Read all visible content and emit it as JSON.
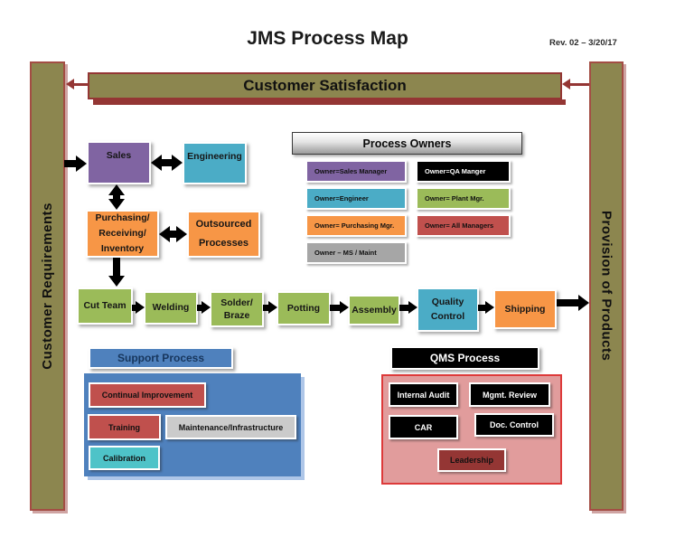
{
  "header": {
    "title": "JMS Process Map",
    "revision": "Rev. 02 – 3/20/17"
  },
  "flow_bars": {
    "customer_satisfaction": {
      "label": "Customer Satisfaction",
      "fill": "#8c864f",
      "border": "#943634"
    },
    "customer_requirements": {
      "label": "Customer Requirements",
      "fill": "#8c864f"
    },
    "provision_of_products": {
      "label": "Provision of Products",
      "fill": "#8c864f"
    }
  },
  "top_flow": {
    "sales": {
      "label": "Sales",
      "fill": "#8064a2"
    },
    "engineering": {
      "label": "Engineering",
      "fill": "#4bacc6"
    },
    "purchasing": {
      "label": "Purchasing/ Receiving/ Inventory",
      "fill": "#f79646"
    },
    "outsourced": {
      "label": "Outsourced Processes",
      "fill": "#f79646"
    }
  },
  "main_flow": [
    {
      "label": "Cut Team",
      "fill": "#9bbb59"
    },
    {
      "label": "Welding",
      "fill": "#9bbb59"
    },
    {
      "label": "Solder/ Braze",
      "fill": "#9bbb59"
    },
    {
      "label": "Potting",
      "fill": "#9bbb59"
    },
    {
      "label": "Assembly",
      "fill": "#9bbb59"
    },
    {
      "label": "Quality Control",
      "fill": "#4bacc6"
    },
    {
      "label": "Shipping",
      "fill": "#f79646"
    }
  ],
  "process_owners": {
    "title": "Process Owners",
    "left_column": [
      {
        "label": "Owner=Sales Manager",
        "fill": "#8064a2",
        "text": "#111111"
      },
      {
        "label": "Owner=Engineer",
        "fill": "#4bacc6",
        "text": "#111111"
      },
      {
        "label": "Owner= Purchasing Mgr.",
        "fill": "#f79646",
        "text": "#111111"
      },
      {
        "label": "Owner – MS / Maint",
        "fill": "#a6a6a6",
        "text": "#111111"
      }
    ],
    "right_column": [
      {
        "label": "Owner=QA Manger",
        "fill": "#000000",
        "text": "#ffffff"
      },
      {
        "label": "Owner= Plant Mgr.",
        "fill": "#9bbb59",
        "text": "#111111"
      },
      {
        "label": "Owner= All Managers",
        "fill": "#c0504d",
        "text": "#111111"
      }
    ]
  },
  "support_process": {
    "title": "Support Process",
    "header_fill": "#4f81bd",
    "header_text": "#17365d",
    "panel_fill": "#4f81bd",
    "items": [
      {
        "label": "Continual Improvement",
        "fill": "#c0504d",
        "text": "#111111"
      },
      {
        "label": "Training",
        "fill": "#c0504d",
        "text": "#111111"
      },
      {
        "label": "Maintenance/Infrastructure",
        "fill": "#cbcbcb",
        "text": "#111111"
      },
      {
        "label": "Calibration",
        "fill": "#4ec3c8",
        "text": "#111111"
      }
    ]
  },
  "qms_process": {
    "title": "QMS Process",
    "header_fill": "#000000",
    "header_text": "#ffffff",
    "panel_fill": "#e19c9c",
    "panel_border": "#dd3a3a",
    "items": [
      {
        "label": "Internal Audit",
        "fill": "#000000",
        "text": "#ffffff"
      },
      {
        "label": "Mgmt. Review",
        "fill": "#000000",
        "text": "#ffffff"
      },
      {
        "label": "CAR",
        "fill": "#000000",
        "text": "#ffffff"
      },
      {
        "label": "Doc. Control",
        "fill": "#000000",
        "text": "#ffffff"
      },
      {
        "label": "Leadership",
        "fill": "#943634",
        "text": "#111111"
      }
    ]
  }
}
